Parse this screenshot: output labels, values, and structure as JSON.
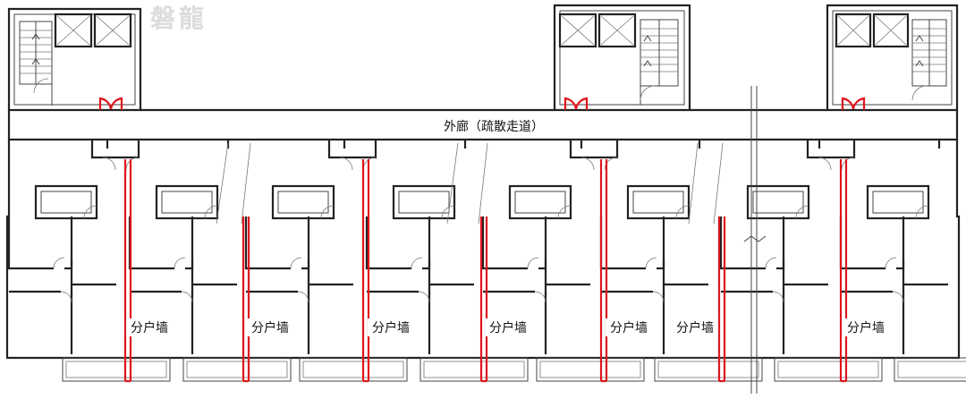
{
  "watermark": "磐龍",
  "corridor_label": "外廊（疏散走道）",
  "partition_label": "分户墙",
  "partition_label_count": 7,
  "colors": {
    "wall": "#222222",
    "partition": "#e0151b"
  }
}
